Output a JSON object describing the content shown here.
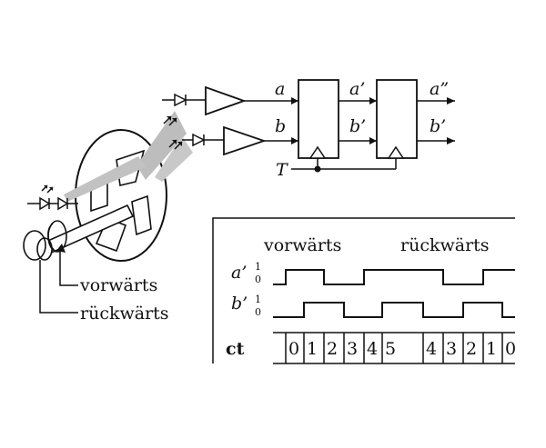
{
  "labels": {
    "a": "a",
    "b": "b",
    "a1": "a’",
    "b1": "b’",
    "a2": "a”",
    "b2": "b’",
    "T": "T",
    "vorwaerts": "vorwärts",
    "rueckwaerts": "rückwärts"
  },
  "timing": {
    "header_forward": "vorwärts",
    "header_backward": "rückwärts",
    "row_a": "a’",
    "row_b": "b’",
    "level_hi": "1",
    "level_lo": "0",
    "ct_label": "ct",
    "ct_values": [
      "0",
      "1",
      "2",
      "3",
      "4",
      "5",
      "4",
      "3",
      "2",
      "1",
      "0"
    ]
  }
}
